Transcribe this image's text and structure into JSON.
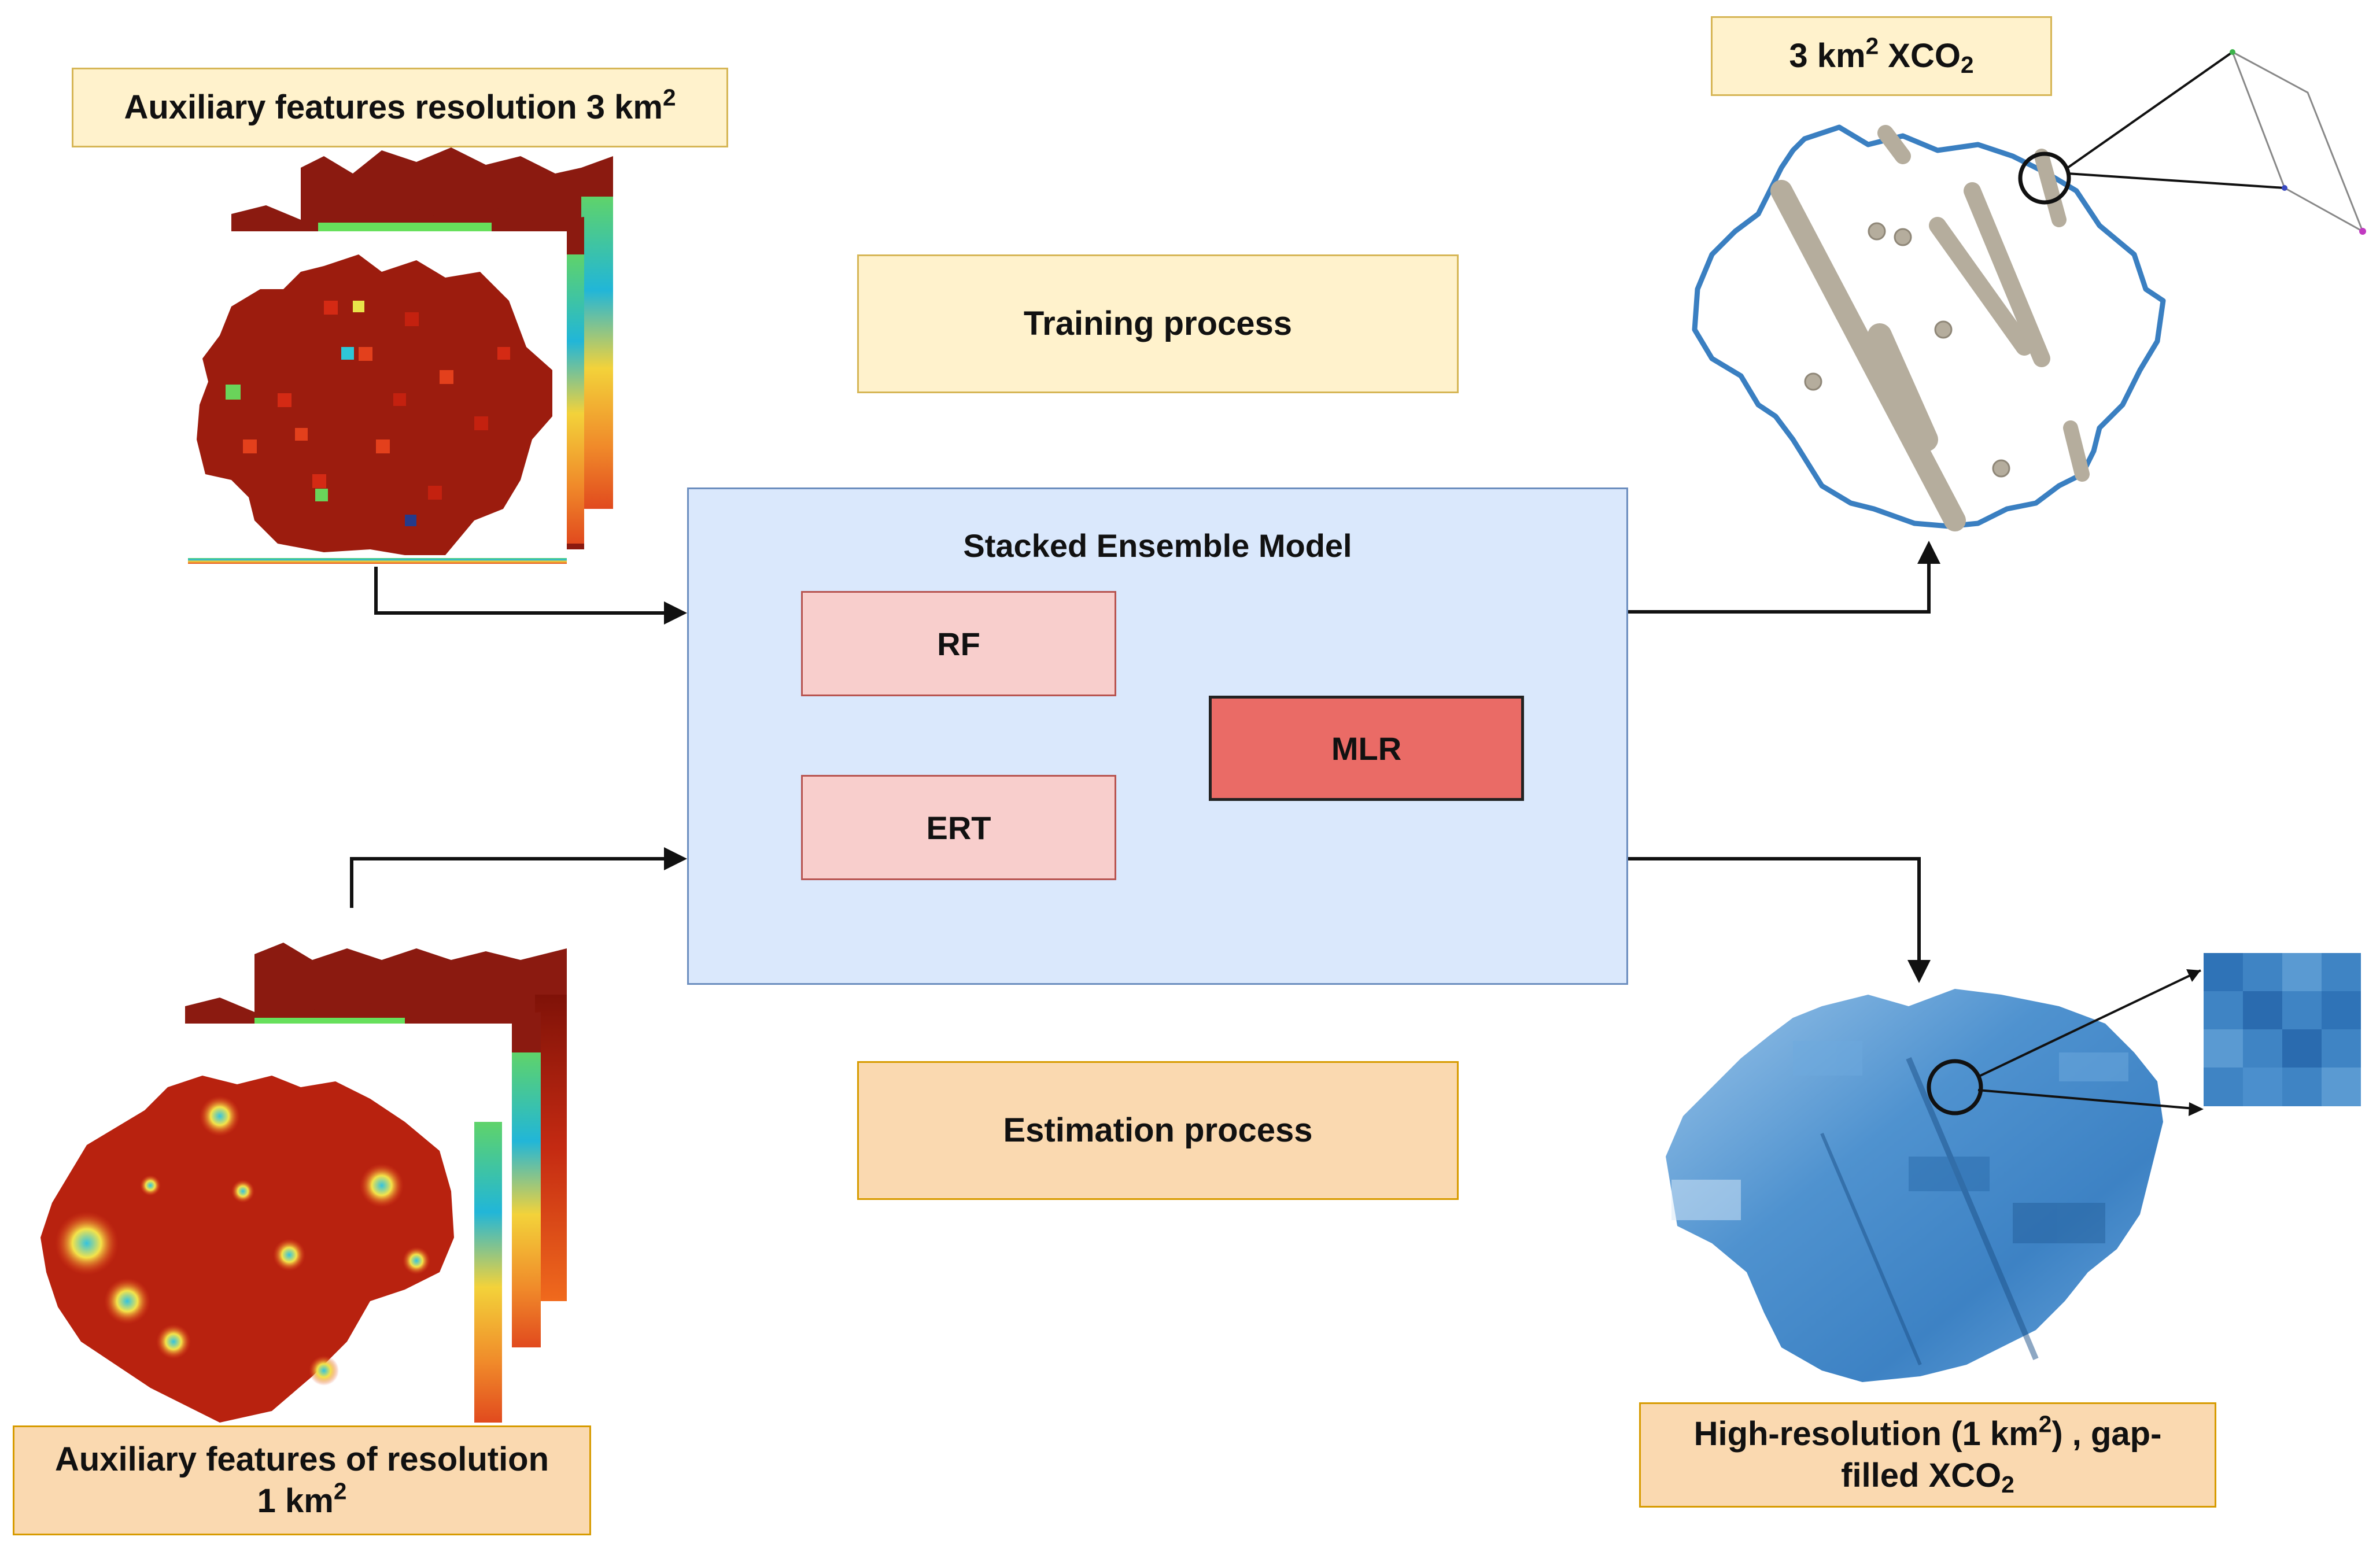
{
  "labels": {
    "aux3_prefix": "Auxiliary features resolution 3 km",
    "aux3_sup": "2",
    "xco2_3_prefix": "3 km",
    "xco2_3_sup": "2",
    "xco2_3_mid": " XCO",
    "xco2_3_sub": "2",
    "training": "Training process",
    "estimation": "Estimation process",
    "aux1_line1": "Auxiliary features of resolution",
    "aux1_line2_prefix": "1 km",
    "aux1_sup": "2",
    "highres_prefix": "High-resolution (1 km",
    "highres_sup": "2",
    "highres_suffix": ") , gap-",
    "highres_line2": "filled XCO",
    "highres_sub": "2"
  },
  "model": {
    "title": "Stacked Ensemble Model",
    "rf": "RF",
    "ert": "ERT",
    "mlr": "MLR"
  },
  "colors": {
    "training_fill": "#fff2cc",
    "training_border": "#d6b656",
    "estimation_fill": "#fad9b0",
    "estimation_border": "#d79b00",
    "model_fill": "#dae8fc",
    "model_border": "#6c8ebf",
    "base_learner_fill": "#f8cecc",
    "meta_learner_fill": "#ea6b66",
    "feature_map_red": "#8b1a10",
    "xco2_blue": "#3a7fc1",
    "satellite_track": "#b5ad9d"
  }
}
